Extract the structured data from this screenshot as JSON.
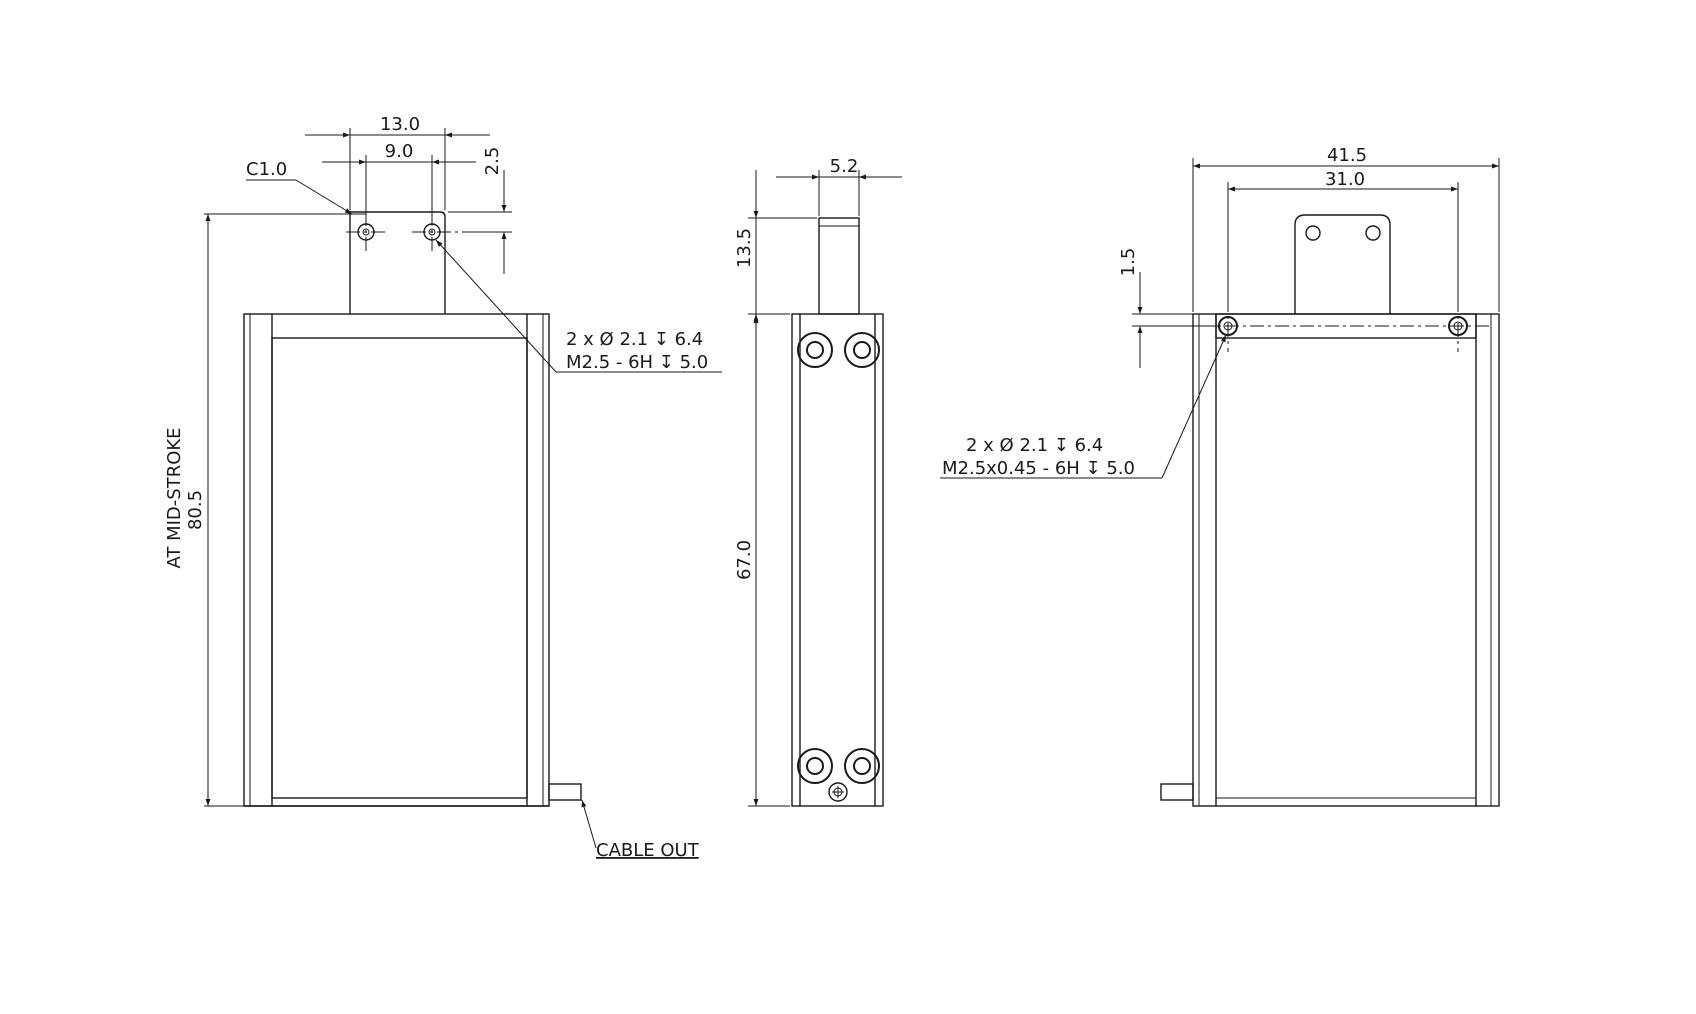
{
  "front_view": {
    "dim_width_outer": "13.0",
    "dim_width_inner": "9.0",
    "dim_offset": "2.5",
    "chamfer": "C1.0",
    "dim_height": "80.5",
    "dim_height_note": "AT MID-STROKE",
    "hole_callout_line1": "2 x Ø 2.1 ↧ 6.4",
    "hole_callout_line2": "M2.5 - 6H ↧ 5.0",
    "cable_label": "CABLE OUT"
  },
  "side_view": {
    "dim_tab_width": "5.2",
    "dim_tab_height": "13.5",
    "dim_body_height": "67.0"
  },
  "rear_view": {
    "dim_width_outer": "41.5",
    "dim_width_inner": "31.0",
    "dim_offset": "1.5",
    "hole_callout_line1": "2 x Ø 2.1 ↧ 6.4",
    "hole_callout_line2": "M2.5x0.45 - 6H ↧ 5.0"
  }
}
